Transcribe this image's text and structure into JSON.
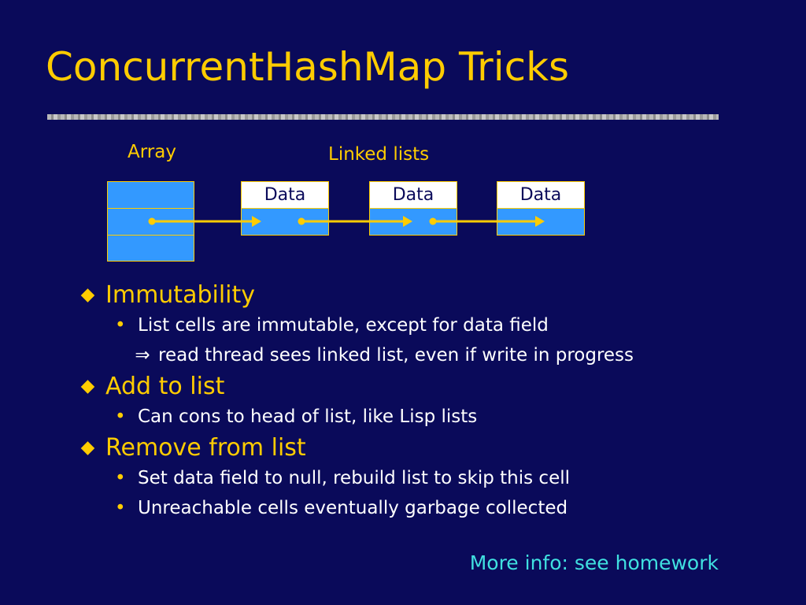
{
  "slide": {
    "title": "ConcurrentHashMap Tricks"
  },
  "diagram": {
    "array_label": "Array",
    "linked_label": "Linked lists",
    "nodes": [
      {
        "data": "Data"
      },
      {
        "data": "Data"
      },
      {
        "data": "Data"
      }
    ]
  },
  "bullets": [
    {
      "marker": "◆",
      "text": "Immutability",
      "sub": [
        {
          "marker": "•",
          "text": "List cells are immutable, except for data field"
        },
        {
          "marker": "⇒",
          "text": "read thread sees linked list, even if write in progress"
        }
      ]
    },
    {
      "marker": "◆",
      "text": "Add to list",
      "sub": [
        {
          "marker": "•",
          "text": "Can cons to head of list, like Lisp lists"
        }
      ]
    },
    {
      "marker": "◆",
      "text": "Remove from list",
      "sub": [
        {
          "marker": "•",
          "text": "Set data field to null, rebuild list to skip this cell"
        },
        {
          "marker": "•",
          "text": "Unreachable cells eventually garbage collected"
        }
      ]
    }
  ],
  "footer": {
    "more_info": "More info: see homework"
  },
  "colors": {
    "background": "#0A0A5A",
    "accent": "#FFCC00",
    "cell_fill": "#3399FF",
    "data_fill": "#FFFFFF",
    "link_text": "#40E0E0"
  }
}
